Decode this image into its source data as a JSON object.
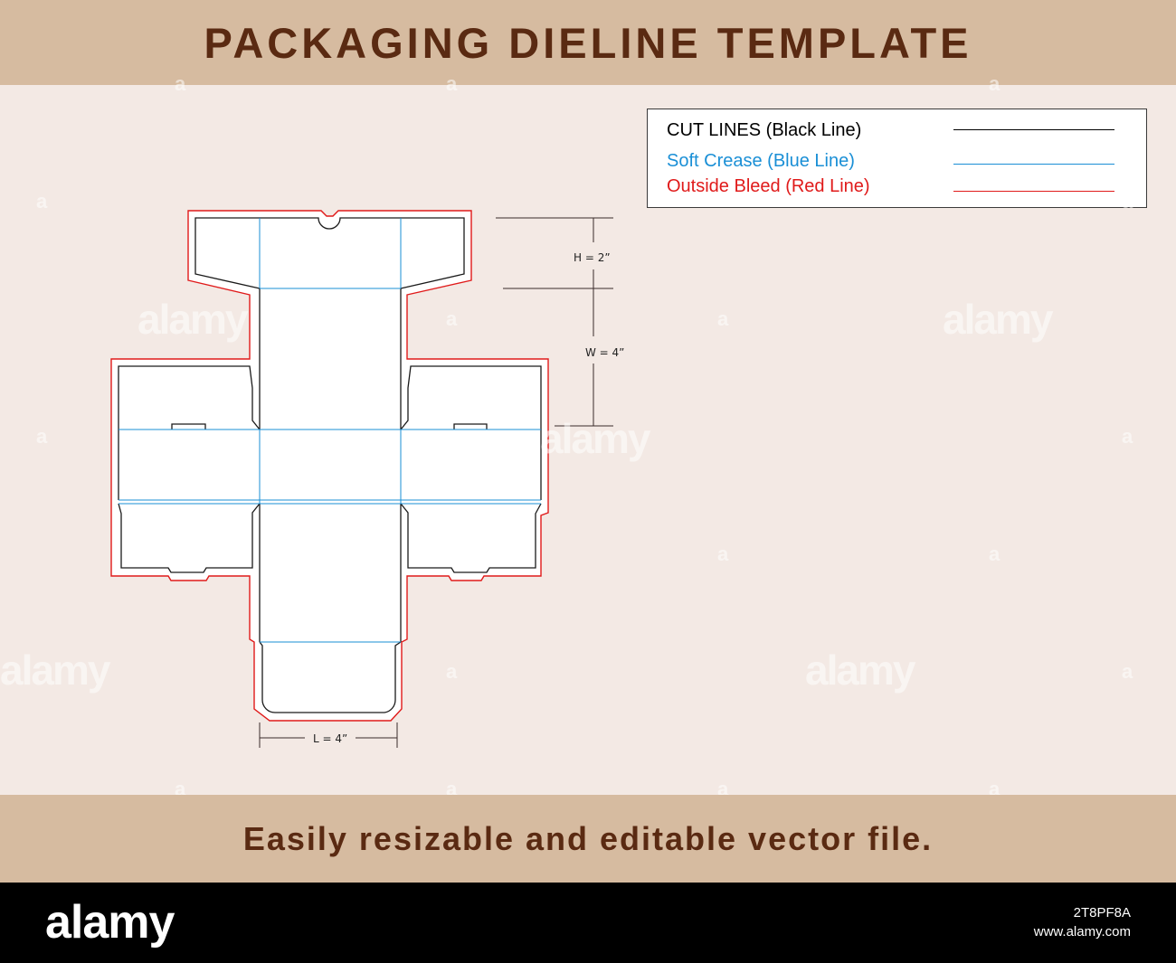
{
  "header": {
    "title": "PACKAGING DIELINE TEMPLATE"
  },
  "legend": {
    "items": [
      {
        "label": "CUT LINES (Black Line)",
        "color": "#000000"
      },
      {
        "label": "Soft Crease (Blue Line)",
        "color": "#1a8fd6"
      },
      {
        "label": "Outside Bleed (Red Line)",
        "color": "#e01a1a"
      }
    ]
  },
  "dimensions": {
    "height": "H = 2”",
    "width": "W = 4”",
    "length": "L = 4”"
  },
  "footer": {
    "text": "Easily resizable and editable vector file."
  },
  "watermarks": {
    "brand": "alamy",
    "small": "a"
  },
  "bottom_bar": {
    "logo": "alamy",
    "image_id": "2T8PF8A",
    "site": "www.alamy.com"
  },
  "colors": {
    "band": "#d6bba0",
    "title_text": "#5a2a12",
    "background": "#f3e9e4",
    "cut": "#1a1a1a",
    "crease": "#1a8fd6",
    "bleed": "#e01a1a"
  }
}
